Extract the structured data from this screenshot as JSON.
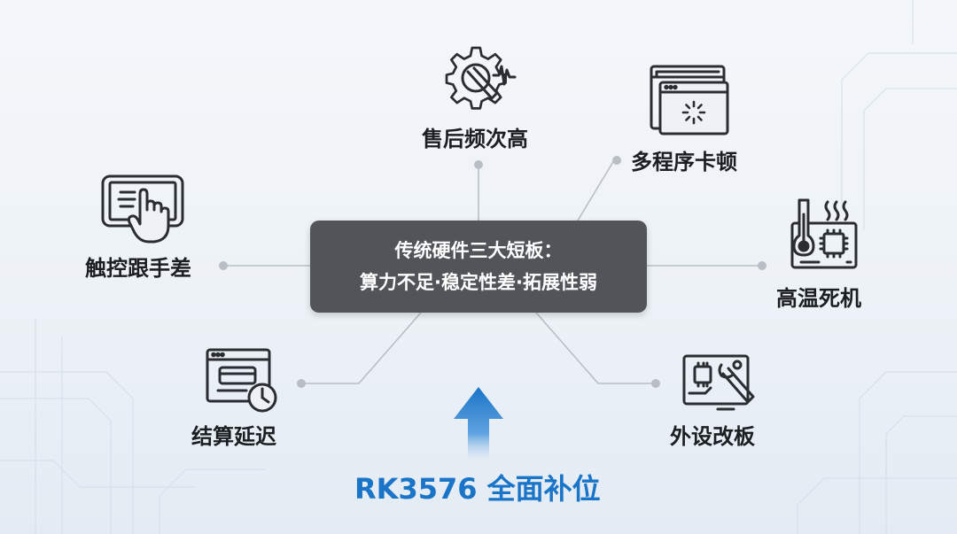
{
  "center": {
    "line1": "传统硬件三大短板：",
    "line2": "算力不足·稳定性差·拓展性弱"
  },
  "nodes": [
    {
      "key": "after_sales",
      "label": "售后频次高",
      "icon": "gear-wrench-icon"
    },
    {
      "key": "multi_lag",
      "label": "多程序卡顿",
      "icon": "browser-loading-icon"
    },
    {
      "key": "touch_lag",
      "label": "触控跟手差",
      "icon": "tablet-touch-icon"
    },
    {
      "key": "overheat",
      "label": "高温死机",
      "icon": "thermometer-chip-icon"
    },
    {
      "key": "settle_delay",
      "label": "结算延迟",
      "icon": "window-clock-icon"
    },
    {
      "key": "peripheral",
      "label": "外设改板",
      "icon": "board-wrench-icon"
    }
  ],
  "bottom": {
    "title": "RK3576 全面补位",
    "icon": "arrow-up-icon"
  },
  "colors": {
    "center_bg": "#515559",
    "accent": "#1a74c7",
    "line": "#b9bec4",
    "icon_stroke": "#2a2d31"
  }
}
